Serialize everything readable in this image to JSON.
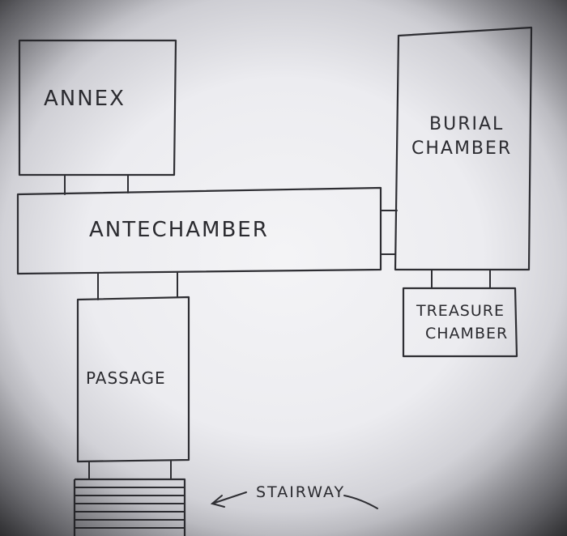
{
  "rooms": {
    "annex": "ANNEX",
    "burial_line1": "BURIAL",
    "burial_line2": "CHAMBER",
    "antechamber": "ANTECHAMBER",
    "treasure_line1": "TREASURE",
    "treasure_line2": "CHAMBER",
    "passage": "PASSAGE"
  },
  "annotation": {
    "stairway": "STAIRWAY"
  }
}
